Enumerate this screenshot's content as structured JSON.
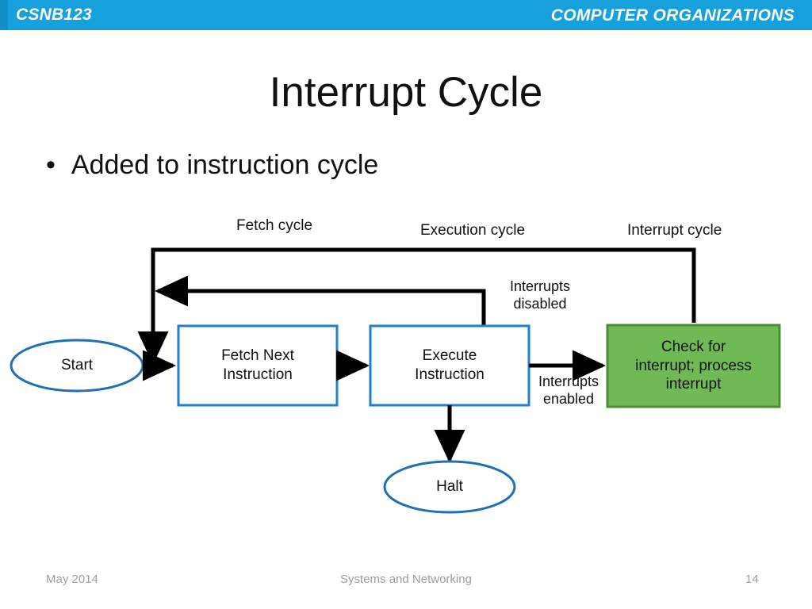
{
  "header": {
    "course_code": "CSNB123",
    "course_title": "COMPUTER ORGANIZATIONS",
    "bar_color": "#16a0dc",
    "accent_color": "#1190c8"
  },
  "slide": {
    "title": "Interrupt Cycle",
    "bullet_marker": "•",
    "bullet_text": "Added to instruction cycle"
  },
  "diagram": {
    "cycle_labels": [
      {
        "text": "Fetch cycle"
      },
      {
        "text": "Execution cycle"
      },
      {
        "text": "Interrupt cycle"
      }
    ],
    "edge_labels": [
      {
        "text": "Interrupts\ndisabled",
        "line1": "Interrupts",
        "line2": "disabled"
      },
      {
        "text": "Interrupts\nenabled",
        "line1": "Interrupts",
        "line2": "enabled"
      }
    ],
    "nodes": [
      {
        "id": "start",
        "shape": "ellipse",
        "label": "Start",
        "fill": "#ffffff",
        "stroke": "#1f6fb5"
      },
      {
        "id": "fetch",
        "shape": "rect",
        "label_line1": "Fetch Next",
        "label_line2": "Instruction",
        "fill": "#ffffff",
        "stroke": "#1f7fd0"
      },
      {
        "id": "execute",
        "shape": "rect",
        "label_line1": "Execute",
        "label_line2": "Instruction",
        "fill": "#ffffff",
        "stroke": "#1f7fd0"
      },
      {
        "id": "interrupt",
        "shape": "rect",
        "label_line1": "Check for",
        "label_line2": "interrupt; process",
        "label_line3": "interrupt",
        "fill": "#70ba56",
        "stroke": "#4e8b37"
      },
      {
        "id": "halt",
        "shape": "ellipse",
        "label": "Halt",
        "fill": "#ffffff",
        "stroke": "#1f6fb5"
      }
    ],
    "arrow_color": "#000000"
  },
  "footer": {
    "date": "May 2014",
    "organization": "Systems and Networking",
    "page_number": "14"
  }
}
